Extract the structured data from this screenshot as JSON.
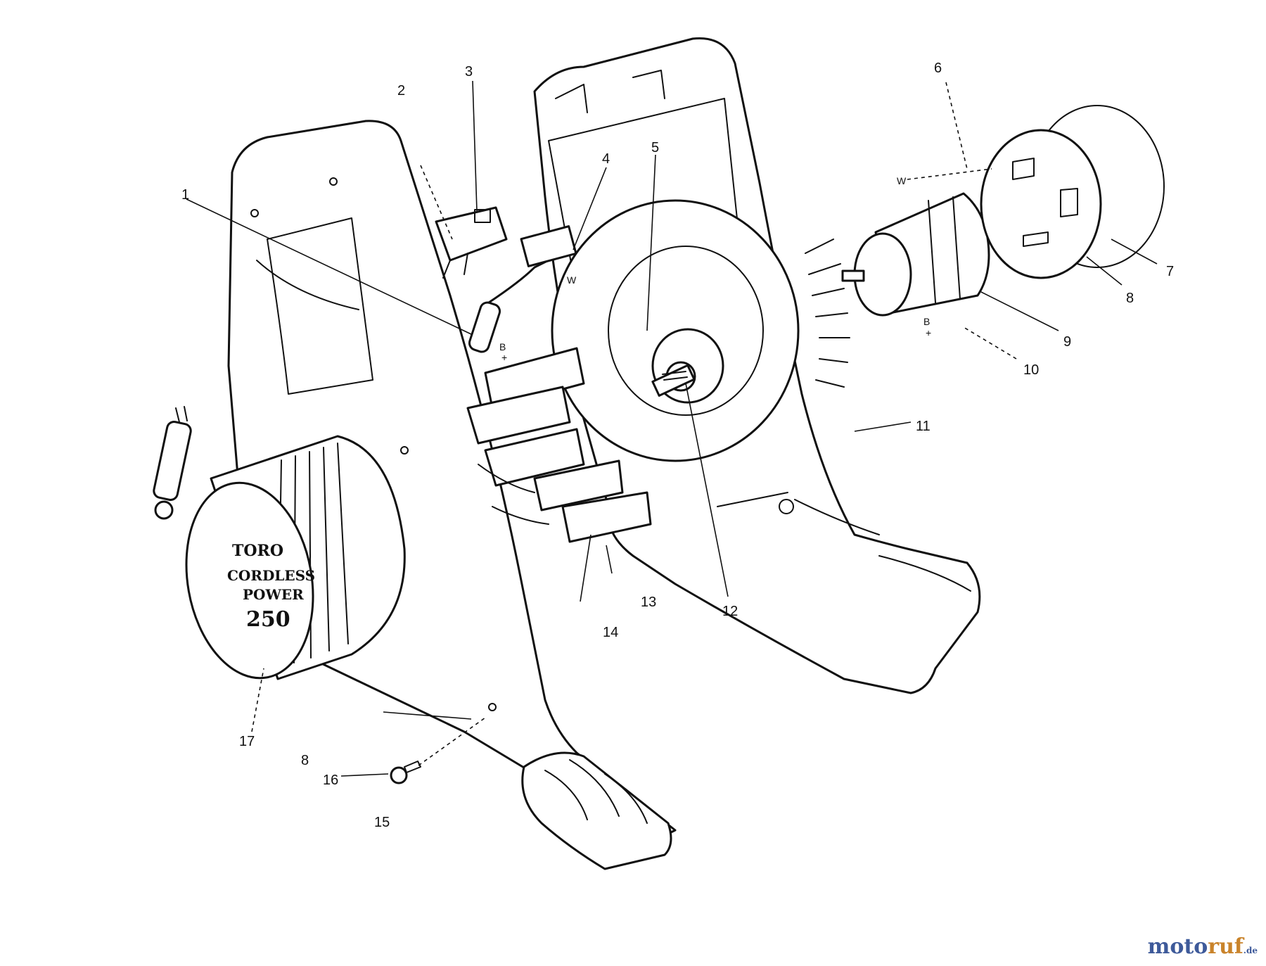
{
  "callouts": {
    "c1": "1",
    "c2": "2",
    "c3": "3",
    "c4": "4",
    "c5": "5",
    "c6": "6",
    "c7": "7",
    "c8a": "8",
    "c8b": "8",
    "c9": "9",
    "c10": "10",
    "c11": "11",
    "c12": "12",
    "c13": "13",
    "c14": "14",
    "c15": "15",
    "c16": "16",
    "c17": "17"
  },
  "wire_labels": {
    "w_motor": "W",
    "w_harness": "W",
    "b_motor": "B",
    "b_harness": "B",
    "plus_motor": "+",
    "plus_harness": "+"
  },
  "housing_cover": {
    "brand": "TORO",
    "line1": "CORDLESS",
    "line2": "POWER",
    "model": "250"
  },
  "watermark": {
    "part1": "moto",
    "part2": "ruf",
    "tld": ".de"
  }
}
